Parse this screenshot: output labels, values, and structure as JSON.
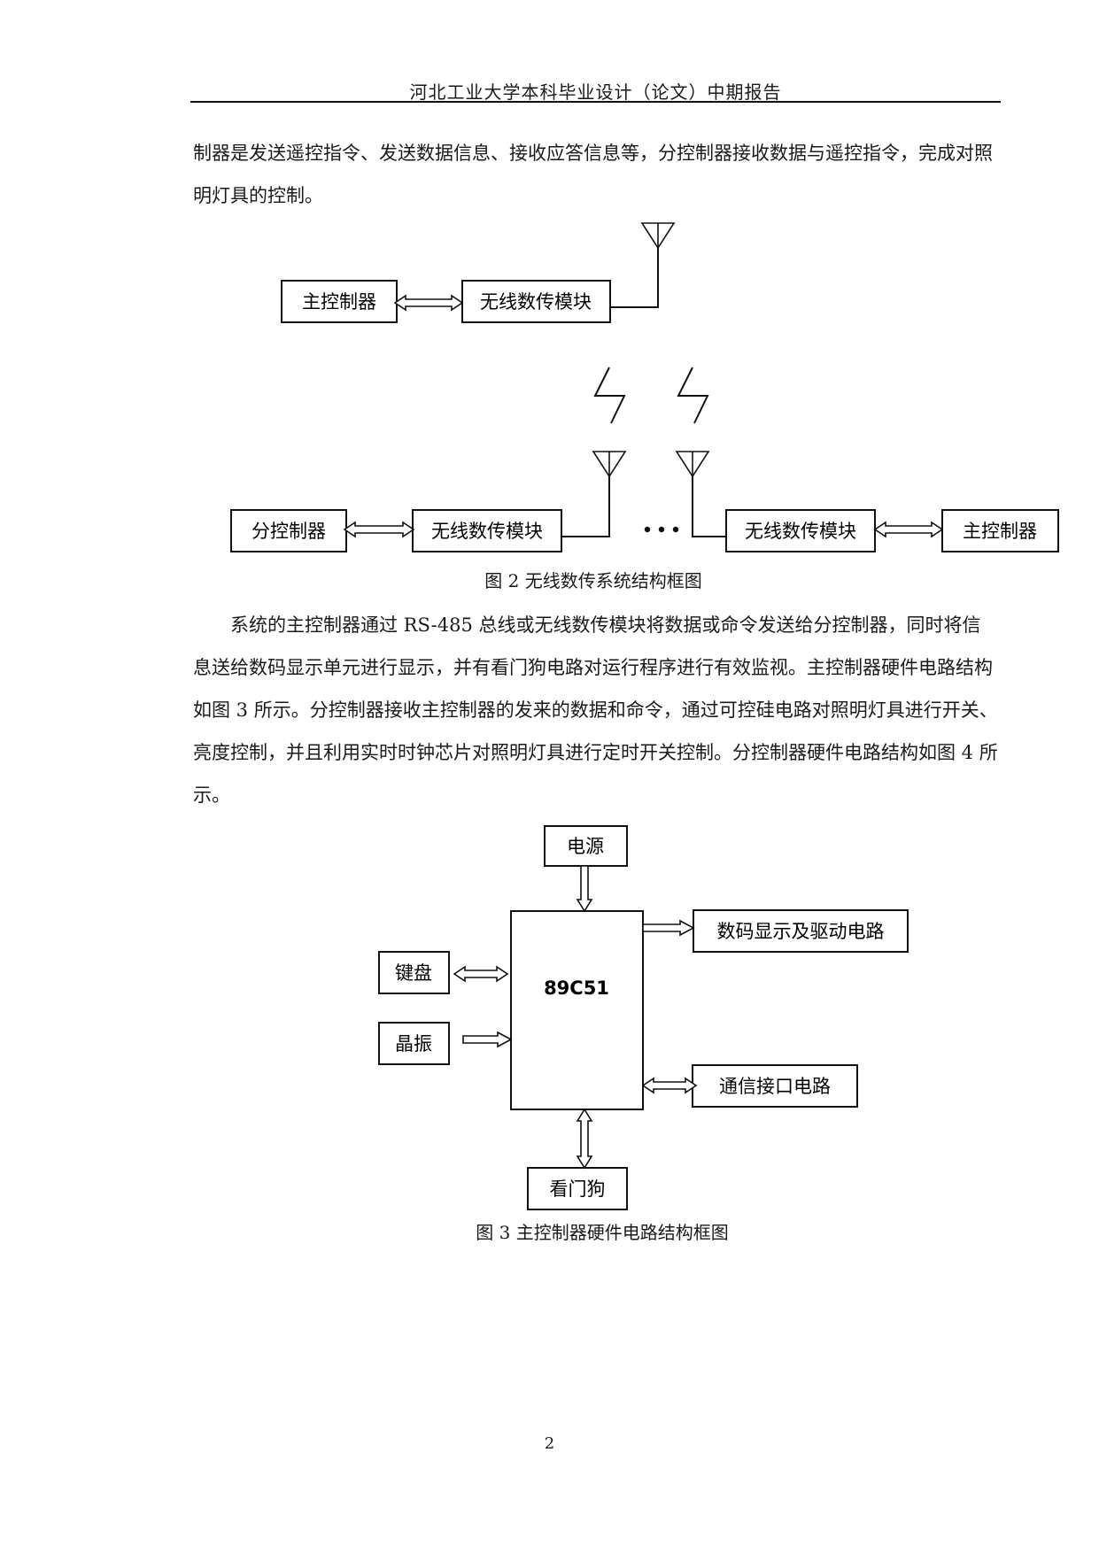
{
  "header": {
    "title": "河北工业大学本科毕业设计（论文）中期报告"
  },
  "paragraphs": {
    "intro": "制器是发送遥控指令、发送数据信息、接收应答信息等，分控制器接收数据与遥控指令，完成对照明灯具的控制。",
    "main": "系统的主控制器通过 RS-485 总线或无线数传模块将数据或命令发送给分控制器，同时将信息送给数码显示单元进行显示，并有看门狗电路对运行程序进行有效监视。主控制器硬件电路结构如图 3 所示。分控制器接收主控制器的发来的数据和命令，通过可控硅电路对照明灯具进行开关、亮度控制，并且利用实时时钟芯片对照明灯具进行定时开关控制。分控制器硬件电路结构如图 4 所示。"
  },
  "figure2": {
    "caption": "图 2 无线数传系统结构框图",
    "top_master": "主控制器",
    "top_module": "无线数传模块",
    "left_slave": "分控制器",
    "left_module": "无线数传模块",
    "ellipsis": "…",
    "right_module": "无线数传模块",
    "right_master": "主控制器"
  },
  "figure3": {
    "caption": "图 3  主控制器硬件电路结构框图",
    "mcu": "89C51",
    "power": "电源",
    "display": "数码显示及驱动电路",
    "keyboard": "键盘",
    "crystal": "晶振",
    "comm": "通信接口电路",
    "watchdog": "看门狗"
  },
  "page_number": "2"
}
